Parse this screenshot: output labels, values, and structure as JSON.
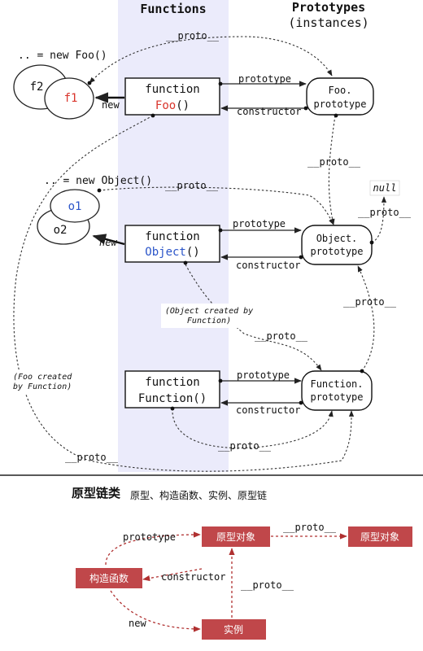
{
  "top": {
    "headers": {
      "functions": "Functions",
      "prototypes": "Prototypes",
      "instances": "(instances)"
    },
    "labels": {
      "new_foo": ".. = new Foo()",
      "new_object": ".. = new Object()",
      "proto": "__proto__",
      "prototype": "prototype",
      "constructor": "constructor",
      "new": "new",
      "null": "null",
      "object_created_line1": "(Object created by",
      "object_created_line2": "Function)",
      "foo_created_line1": "(Foo created",
      "foo_created_line2": "by Function)"
    },
    "nodes": {
      "f1": "f1",
      "f2": "f2",
      "o1": "o1",
      "o2": "o2",
      "function_kw": "function",
      "foo_name": "Foo",
      "object_name": "Object",
      "function_name": "Function()",
      "parens": "()",
      "foo_proto_line1": "Foo.",
      "foo_proto_line2": "prototype",
      "object_proto_line1": "Object.",
      "object_proto_line2": "prototype",
      "function_proto_line1": "Function.",
      "function_proto_line2": "prototype"
    },
    "colors": {
      "foo": "#d9342b",
      "object": "#2b55c9",
      "functions_band": "#ebebfb"
    }
  },
  "bottom": {
    "title": "原型链类",
    "subtitle": "原型、构造函数、实例、原型链",
    "boxes": {
      "prototype_obj": "原型对象",
      "proto_obj2": "原型对象",
      "constructor_fn": "构造函数",
      "instance": "实例"
    },
    "labels": {
      "prototype": "prototype",
      "proto1": "__proto__",
      "constructor": "constructor",
      "proto2": "__proto__",
      "new": "new"
    },
    "colors": {
      "box_fill": "#c0474a",
      "arrow": "#b03030"
    }
  }
}
